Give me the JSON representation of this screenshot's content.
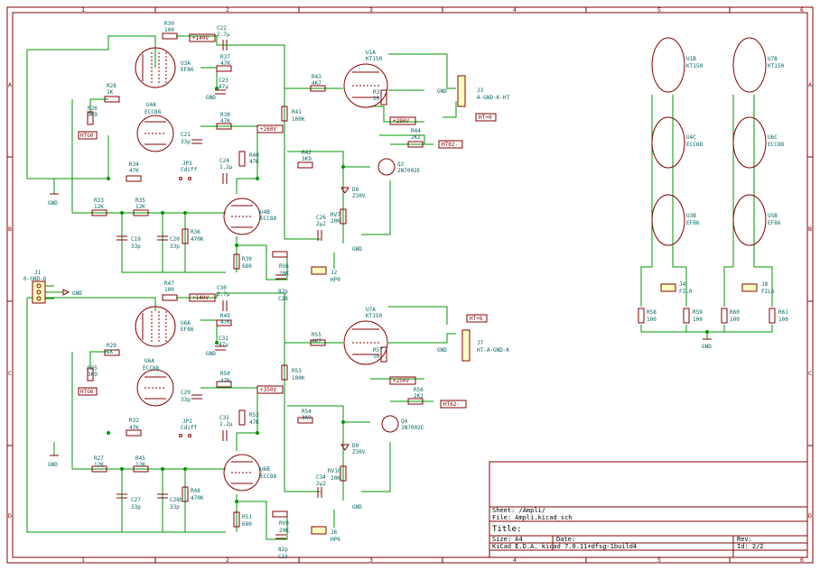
{
  "frame": {
    "top_numbers": [
      "1",
      "2",
      "3",
      "4",
      "5",
      "6"
    ],
    "bottom_numbers": [
      "1",
      "2",
      "3",
      "4",
      "5",
      "6"
    ],
    "left_letters": [
      "A",
      "B",
      "C",
      "D"
    ],
    "right_letters": [
      "A",
      "B",
      "C",
      "D"
    ]
  },
  "title_block": {
    "sheet_label": "Sheet: /Ampli/",
    "file_label": "File: Ampli.kicad_sch",
    "title_label": "Title:",
    "size_label": "Size: A4",
    "date_label": "Date:",
    "rev_label": "Rev:",
    "tool_label": "KiCad E.D.A.  kicad 7.0.11+dfsg-1build4",
    "id_label": "Id: 2/2"
  },
  "upper_channel": {
    "tubes": [
      {
        "ref": "U3A",
        "value": "EF86"
      },
      {
        "ref": "U4A",
        "value": "ECC88"
      },
      {
        "ref": "U4B",
        "value": "ECC88"
      },
      {
        "ref": "U1A",
        "value": "KT150"
      }
    ],
    "resistors": [
      {
        "ref": "R30",
        "value": "100"
      },
      {
        "ref": "R37",
        "value": "47K"
      },
      {
        "ref": "R28",
        "value": "1K"
      },
      {
        "ref": "R26",
        "value": "3K9"
      },
      {
        "ref": "R38",
        "value": "47K"
      },
      {
        "ref": "R34",
        "value": "47K"
      },
      {
        "ref": "R40",
        "value": "47K"
      },
      {
        "ref": "R33",
        "value": "12K"
      },
      {
        "ref": "R35",
        "value": "12K"
      },
      {
        "ref": "R36",
        "value": "470K"
      },
      {
        "ref": "R39",
        "value": "680"
      },
      {
        "ref": "R41",
        "value": "100K"
      },
      {
        "ref": "R43",
        "value": "4K7"
      },
      {
        "ref": "R31",
        "value": "10"
      },
      {
        "ref": "R42",
        "value": "3K9"
      },
      {
        "ref": "R44",
        "value": "2K2"
      }
    ],
    "capacitors": [
      {
        "ref": "C22",
        "value": "2.7µ"
      },
      {
        "ref": "C23",
        "value": "47µ"
      },
      {
        "ref": "C21",
        "value": "33p"
      },
      {
        "ref": "C24",
        "value": "1.2µ"
      },
      {
        "ref": "C19",
        "value": "33p"
      },
      {
        "ref": "C20",
        "value": "33p"
      },
      {
        "ref": "C26",
        "value": "2µ2"
      },
      {
        "ref": "C28",
        "value": "82p"
      }
    ],
    "pots": [
      {
        "ref": "RV7",
        "value": "20K"
      },
      {
        "ref": "RV6",
        "value": "20K"
      }
    ],
    "others": {
      "jp": "JP1",
      "jp_value": "Cdiff",
      "q": "Q2",
      "q_value": "2N7002E",
      "d": "D8",
      "d_value": "Z30V",
      "j_hp": "J2",
      "j_hp_value": "HP0",
      "j_conn": "J3",
      "j_conn_value": "A-GND-K-HT"
    },
    "nets": [
      "+140V",
      "+260V",
      "+290V",
      "HT+0",
      "HTG0",
      "HT02-",
      "GND"
    ]
  },
  "lower_channel": {
    "tubes": [
      {
        "ref": "U6A",
        "value": "EF86"
      },
      {
        "ref": "U6A",
        "value": "ECC88"
      },
      {
        "ref": "U6B",
        "value": "ECC88"
      },
      {
        "ref": "U7A",
        "value": "KT150"
      }
    ],
    "resistors": [
      {
        "ref": "R47",
        "value": "100"
      },
      {
        "ref": "R49",
        "value": "47K"
      },
      {
        "ref": "R29",
        "value": "1K"
      },
      {
        "ref": "R25",
        "value": "3K9"
      },
      {
        "ref": "R50",
        "value": "47K"
      },
      {
        "ref": "R32",
        "value": "47K"
      },
      {
        "ref": "R52",
        "value": "47K"
      },
      {
        "ref": "R27",
        "value": "12K"
      },
      {
        "ref": "R45",
        "value": "12K"
      },
      {
        "ref": "R48",
        "value": "470K"
      },
      {
        "ref": "R51",
        "value": "680"
      },
      {
        "ref": "R53",
        "value": "100K"
      },
      {
        "ref": "R55",
        "value": "4K7"
      },
      {
        "ref": "R57",
        "value": "10"
      },
      {
        "ref": "R54",
        "value": "3K9"
      },
      {
        "ref": "R56",
        "value": "2K2"
      }
    ],
    "capacitors": [
      {
        "ref": "C30",
        "value": "2.7µ"
      },
      {
        "ref": "C31",
        "value": "47µ"
      },
      {
        "ref": "C29",
        "value": "33p"
      },
      {
        "ref": "C32",
        "value": "1.2µ"
      },
      {
        "ref": "C27",
        "value": "33p"
      },
      {
        "ref": "C28b",
        "value": "33p"
      },
      {
        "ref": "C34",
        "value": "2µ2"
      },
      {
        "ref": "C33",
        "value": "82p"
      }
    ],
    "pots": [
      {
        "ref": "RV10",
        "value": "20K"
      },
      {
        "ref": "RV9",
        "value": "20K"
      }
    ],
    "others": {
      "jp": "JP2",
      "jp_value": "Cdiff",
      "q": "Q4",
      "q_value": "2N7002E",
      "d": "D9",
      "d_value": "Z30V",
      "j_hp": "J6",
      "j_hp_value": "HP6",
      "j_conn": "J7",
      "j_conn_value": "HT-A-GND-K"
    },
    "nets": [
      "+140V",
      "+350V",
      "+250V",
      "HT+6",
      "HTG6",
      "HT62-",
      "GND"
    ]
  },
  "input_connector": {
    "ref": "J1",
    "value": "0-GND-6",
    "net": "GND"
  },
  "heaters": {
    "left": {
      "tubes": [
        {
          "ref": "U1B",
          "value": "KT150"
        },
        {
          "ref": "U4C",
          "value": "ECC88"
        },
        {
          "ref": "U3B",
          "value": "EF86"
        }
      ],
      "conn": "J4",
      "conn_value": "FIL0",
      "res": [
        {
          "ref": "R58",
          "value": "100"
        },
        {
          "ref": "R59",
          "value": "100"
        }
      ]
    },
    "right": {
      "tubes": [
        {
          "ref": "U7B",
          "value": "KT150"
        },
        {
          "ref": "U6C",
          "value": "ECC88"
        },
        {
          "ref": "U5B",
          "value": "EF86"
        }
      ],
      "conn": "J8",
      "conn_value": "FIL6",
      "res": [
        {
          "ref": "R60",
          "value": "100"
        },
        {
          "ref": "R61",
          "value": "100"
        }
      ]
    },
    "gnd": "GND"
  }
}
